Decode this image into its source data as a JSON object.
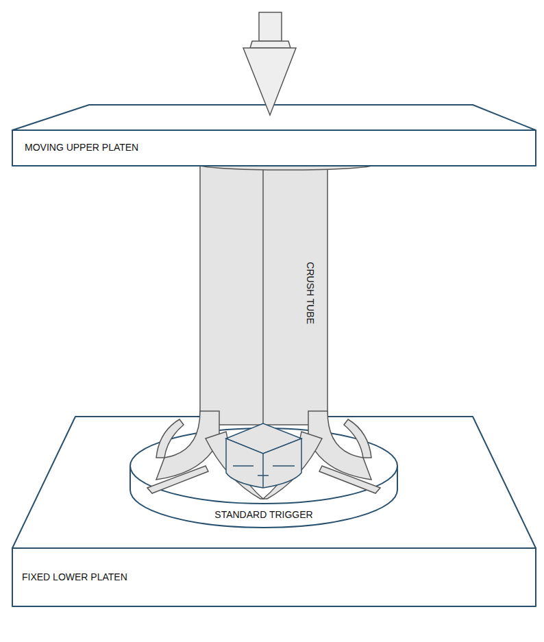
{
  "diagram": {
    "labels": [
      "MOVING UPPER PLATEN",
      "CRUSH TUBE",
      "STANDARD TRIGGER",
      "FIXED LOWER PLATEN"
    ]
  }
}
